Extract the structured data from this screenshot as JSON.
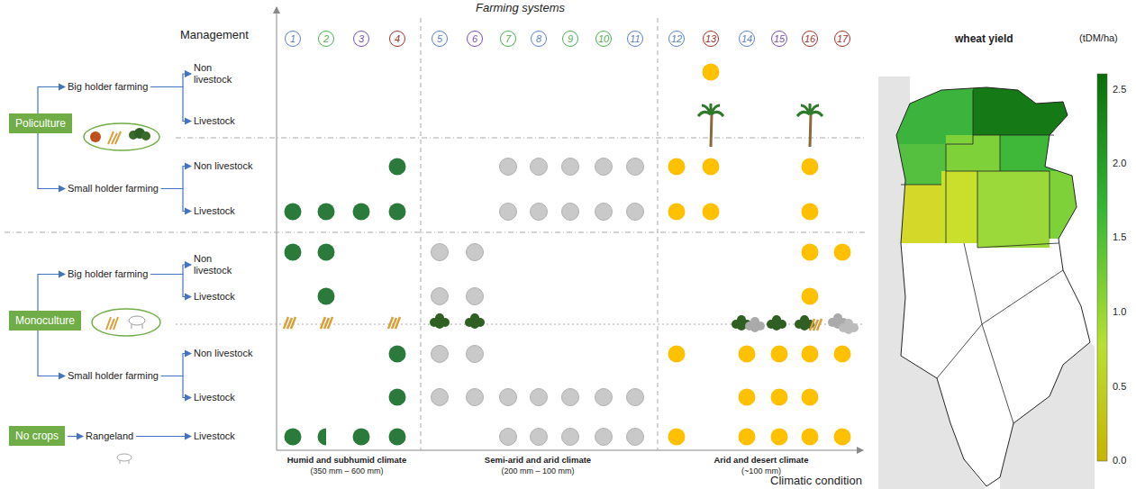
{
  "diagram": {
    "nodes": [
      {
        "text": [
          "Policulture"
        ]
      },
      {
        "text": [
          "Big holder farming"
        ]
      },
      {
        "text": [
          "Non livestock"
        ]
      },
      {
        "text": [
          "Livestock"
        ]
      },
      {
        "text": [
          "Small holder farming"
        ]
      },
      {
        "text": [
          "Non livestock"
        ]
      },
      {
        "text": [
          "Livestock"
        ]
      },
      {
        "text": [
          "Monoculture"
        ]
      },
      {
        "text": [
          "Big holder farming"
        ]
      },
      {
        "text": [
          "Non livestock"
        ]
      },
      {
        "text": [
          "Livestock"
        ]
      },
      {
        "text": [
          "Small holder farming"
        ]
      },
      {
        "text": [
          "Non livestock"
        ]
      },
      {
        "text": [
          "Livestock"
        ]
      },
      {
        "text": [
          "No crops"
        ]
      },
      {
        "text": [
          "Rangeland"
        ]
      },
      {
        "text": [
          "Livestock"
        ]
      },
      {
        "text": [
          "1"
        ]
      },
      {
        "text": [
          "2"
        ]
      },
      {
        "text": [
          "3"
        ]
      },
      {
        "text": [
          "4"
        ]
      },
      {
        "text": [
          "5"
        ]
      },
      {
        "text": [
          "6"
        ]
      },
      {
        "text": [
          "7"
        ]
      },
      {
        "text": [
          "8"
        ]
      },
      {
        "text": [
          "9"
        ]
      },
      {
        "text": [
          "10"
        ]
      },
      {
        "text": [
          "11"
        ]
      },
      {
        "text": [
          "12"
        ]
      },
      {
        "text": [
          "13"
        ]
      },
      {
        "text": [
          "14"
        ]
      },
      {
        "text": [
          "15"
        ]
      },
      {
        "text": [
          "16"
        ]
      },
      {
        "text": [
          "17"
        ]
      }
    ],
    "edges": [
      {
        "from": 0,
        "to": 1,
        "arrow": "to"
      },
      {
        "from": 0,
        "to": 4,
        "arrow": "to"
      },
      {
        "from": 1,
        "to": 2,
        "arrow": "to"
      },
      {
        "from": 1,
        "to": 3,
        "arrow": "to"
      },
      {
        "from": 4,
        "to": 5,
        "arrow": "to"
      },
      {
        "from": 4,
        "to": 6,
        "arrow": "to"
      },
      {
        "from": 7,
        "to": 8,
        "arrow": "to"
      },
      {
        "from": 7,
        "to": 11,
        "arrow": "to"
      },
      {
        "from": 8,
        "to": 9,
        "arrow": "to"
      },
      {
        "from": 8,
        "to": 10,
        "arrow": "to"
      },
      {
        "from": 11,
        "to": 12,
        "arrow": "to"
      },
      {
        "from": 11,
        "to": 13,
        "arrow": "to"
      },
      {
        "from": 14,
        "to": 15,
        "arrow": "to"
      },
      {
        "from": 15,
        "to": 16,
        "arrow": "to"
      }
    ],
    "labels": [
      "Farming systems",
      "Management",
      "Humid and subhumid climate",
      "(350 mm – 600 mm)",
      "Semi-arid and arid climate",
      "(200 mm – 100 mm)",
      "Arid and desert climate",
      "(~100 mm)",
      "Climatic condition",
      "wheat yield",
      "(tDM/ha)",
      "2.5",
      "2.0",
      "1.5",
      "1.0",
      "0.5",
      "0.0"
    ]
  }
}
